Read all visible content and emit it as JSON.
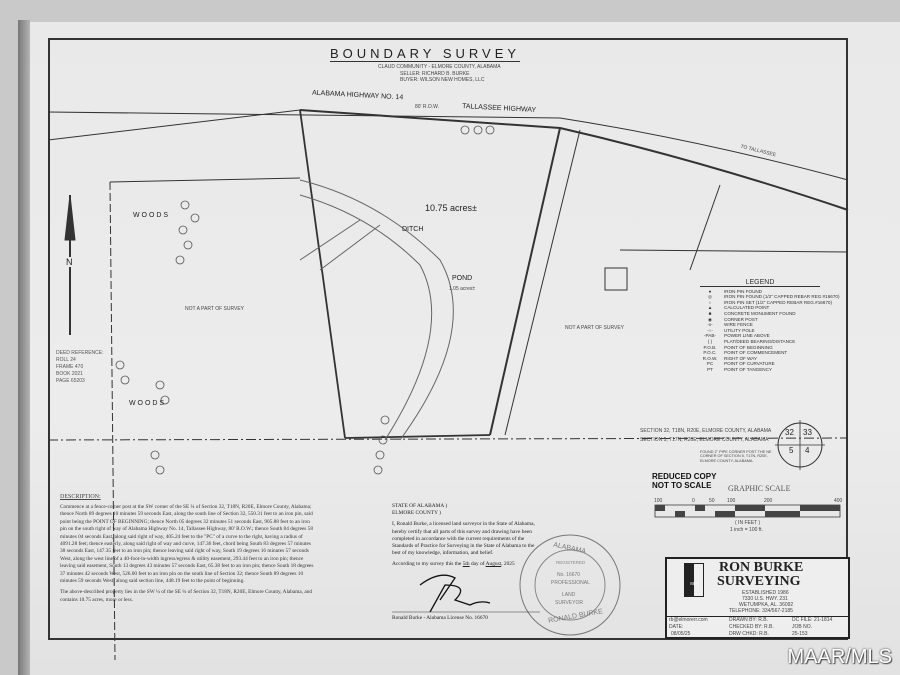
{
  "header": {
    "title": "BOUNDARY SURVEY",
    "community": "CLAUD COMMUNITY - ELMORE COUNTY, ALABAMA",
    "seller": "SELLER: RICHARD B. BURKE",
    "buyer": "BUYER: WILSON NEW HOMES, LLC"
  },
  "map": {
    "highway_label": "ALABAMA HIGHWAY NO. 14",
    "row_label": "80' R.O.W.",
    "highway_label_2": "TALLASSEE HIGHWAY",
    "acreage": "10.75 acres±",
    "ditch": "DITCH",
    "pond": "POND",
    "pond_acres": "1.05 acres±",
    "woods_1": "W O O D S",
    "woods_2": "W O O D S",
    "not_part_left": "NOT A PART OF SURVEY",
    "not_part_right": "NOT A PART OF SURVEY",
    "section_north": "SECTION 32, T18N, R20E, ELMORE COUNTY, ALABAMA",
    "section_south": "SECTION 5, T17N, R20E, ELMORE COUNTY, ALABAMA",
    "section_corner": [
      "32",
      "33",
      "5",
      "4"
    ],
    "north_arrow": "N",
    "to_tallassee": "TO TALLASSEE",
    "corner_note": "FOUND 2\" PIPE CORNER POST THE NE CORNER OF SECTION 5, T17N, R20E, ELMORE COUNTY, ALABAMA."
  },
  "deed_reference": {
    "heading": "DEED REFERENCE:",
    "roll": "ROLL 24",
    "frame": "FRAME 470",
    "book": "BOOK 2021",
    "page": "PAGE 65203"
  },
  "legend": {
    "title": "LEGEND",
    "items": [
      {
        "sym": "●",
        "text": "IRON PIN FOUND"
      },
      {
        "sym": "◎",
        "text": "IRON PIN FOUND (1/2\" CAPPED REBAR REG.#16670)"
      },
      {
        "sym": "○",
        "text": "IRON PIN SET (1/2\" CAPPED REBAR REG.#16670)"
      },
      {
        "sym": "▲",
        "text": "CALCULATED POINT"
      },
      {
        "sym": "■",
        "text": "CONCRETE MONUMENT FOUND"
      },
      {
        "sym": "◉",
        "text": "CORNER POST"
      },
      {
        "sym": "-x-",
        "text": "WIRE FENCE"
      },
      {
        "sym": "-○-",
        "text": "UTILITY POLE"
      },
      {
        "sym": "-PAB-",
        "text": "POWER LINE ABOVE"
      },
      {
        "sym": "( )",
        "text": "PLAT/DEED BEARING/DISTANCE"
      },
      {
        "sym": "P.O.B.",
        "text": "POINT OF BEGINNING"
      },
      {
        "sym": "P.O.C.",
        "text": "POINT OF COMMENCEMENT"
      },
      {
        "sym": "R.O.W.",
        "text": "RIGHT OF WAY"
      },
      {
        "sym": "PC",
        "text": "POINT OF CURVATURE"
      },
      {
        "sym": "PT",
        "text": "POINT OF TANGENCY"
      }
    ]
  },
  "scale": {
    "reduced": "REDUCED COPY",
    "not_to_scale": "NOT TO SCALE",
    "graphic_scale": "GRAPHIC SCALE",
    "ticks": [
      "100",
      "0",
      "50",
      "100",
      "200",
      "400"
    ],
    "unit": "( IN FEET )",
    "ratio": "1 inch = 100 ft."
  },
  "description": {
    "heading": "DESCRIPTION:",
    "body": "Commence at a fence-corner post at the SW corner of the SE ¼ of Section 32, T18N, R20E, Elmore County, Alabama; thence North 89 degrees 10 minutes 59 seconds East, along the south line of Section 32, 550.31 feet to an iron pin, said point being the POINT OF BEGINNING; thence North 05 degrees 32 minutes 51 seconds East, 905.88 feet to an iron pin on the south right of way of Alabama Highway No. 14, Tallassee Highway, 80' R.O.W.; thence South 84 degrees 58 minutes 04 seconds East, along said right of way, 405.24 feet to the \"PC\" of a curve to the right, having a radius of 4091.28 feet; thence easterly, along said right of way and curve, 147.36 feet, chord being South 83 degrees 57 minutes 38 seconds East, 147.35 feet to an iron pin; thence leaving said right of way, South 19 degrees 16 minutes 57 seconds West, along the west line of a 40-foot-in-width ingress/egress & utility easement, 293.44 feet to an iron pin; thence leaving said easement, South 13 degrees 43 minutes 57 seconds East, 65.38 feet to an iron pin; thence South 18 degrees 37 minutes 42 seconds West, 526.00 feet to an iron pin on the south line of Section 32; thence South 89 degrees 10 minutes 59 seconds West, along said section line, 448.19 feet to the point of beginning.",
    "summary": "The above-described property lies in the SW ¼ of the SE ¼ of Section 32, T18N, R20E, Elmore County, Alabama, and contains 10.75 acres, more or less."
  },
  "certificate": {
    "state": "STATE OF ALABAMA )",
    "county": "ELMORE COUNTY )",
    "body": "I, Ronald Burke, a licensed land surveyor in the State of Alabama, hereby certify that all parts of this survey and drawing have been completed in accordance with the current requirements of the Standards of Practice for Surveying in the State of Alabama to the best of my knowledge, information, and belief.",
    "according": "According to my survey this the",
    "day": "5th",
    "day_of": "day of",
    "month": "August",
    "year": "2025",
    "signer": "Ronald Burke - Alabama License No. 16670"
  },
  "seal": {
    "top": "ALABAMA",
    "registered": "REGISTERED",
    "number": "No. 16670",
    "professional": "PROFESSIONAL",
    "land": "LAND",
    "surveyor": "SURVEYOR",
    "name": "RONALD BURKE"
  },
  "title_block": {
    "company_1": "RON BURKE",
    "company_2": "SURVEYING",
    "established": "ESTABLISHED 1986",
    "address_1": "7330 U.S. HWY. 231",
    "address_2": "WETUMPKA, AL. 36092",
    "telephone": "TELEPHONE: 334/567-2185",
    "email": "rb@elmorerr.com",
    "logo": "RBS",
    "drawn_by": "DRAWN BY:  R.B.",
    "checked_by": "CHECKED BY: R.B.",
    "drwn_chkd": "DRW CHKD:  R.B.",
    "file": "DC FILE: 21-1814",
    "job_no": "JOB NO.",
    "job_value": "25-153",
    "date_label": "DATE:",
    "date": "08/05/25"
  },
  "watermark": "MAAR/MLS"
}
